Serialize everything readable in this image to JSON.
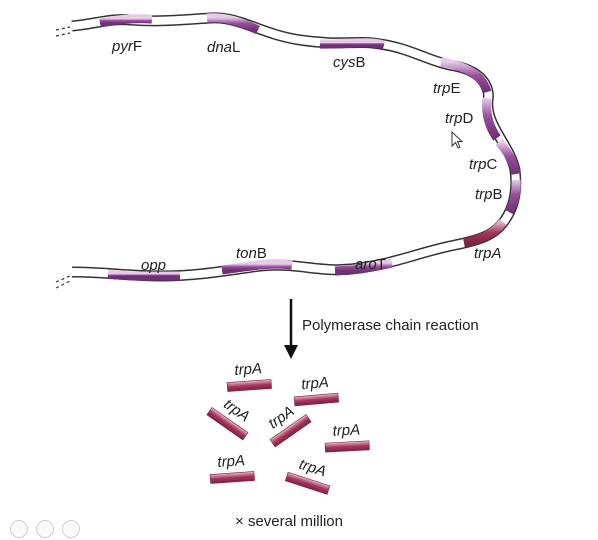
{
  "chromosome_labels": {
    "pyrF": {
      "italic": "pyr",
      "plain": "F"
    },
    "dnaL": {
      "italic": "dna",
      "plain": "L"
    },
    "cysB": {
      "italic": "cys",
      "plain": "B"
    },
    "trpE": {
      "italic": "trp",
      "plain": "E"
    },
    "trpD": {
      "italic": "trp",
      "plain": "D"
    },
    "trpC": {
      "italic": "trp",
      "plain": "C"
    },
    "trpB": {
      "italic": "trp",
      "plain": "B"
    },
    "trpA": {
      "italic": "trpA",
      "plain": ""
    },
    "aroT": {
      "italic": "aro",
      "plain": "T"
    },
    "tonB": {
      "italic": "ton",
      "plain": "B"
    },
    "opp": {
      "italic": "opp",
      "plain": ""
    }
  },
  "process_label": "Polymerase chain reaction",
  "copy_label": "trpA",
  "result_caption": "× several million",
  "colors": {
    "gene_purple": "#9a4f9e",
    "target_gene": "#a8375a",
    "strand_outline": "#333333",
    "arrow": "#111111"
  }
}
